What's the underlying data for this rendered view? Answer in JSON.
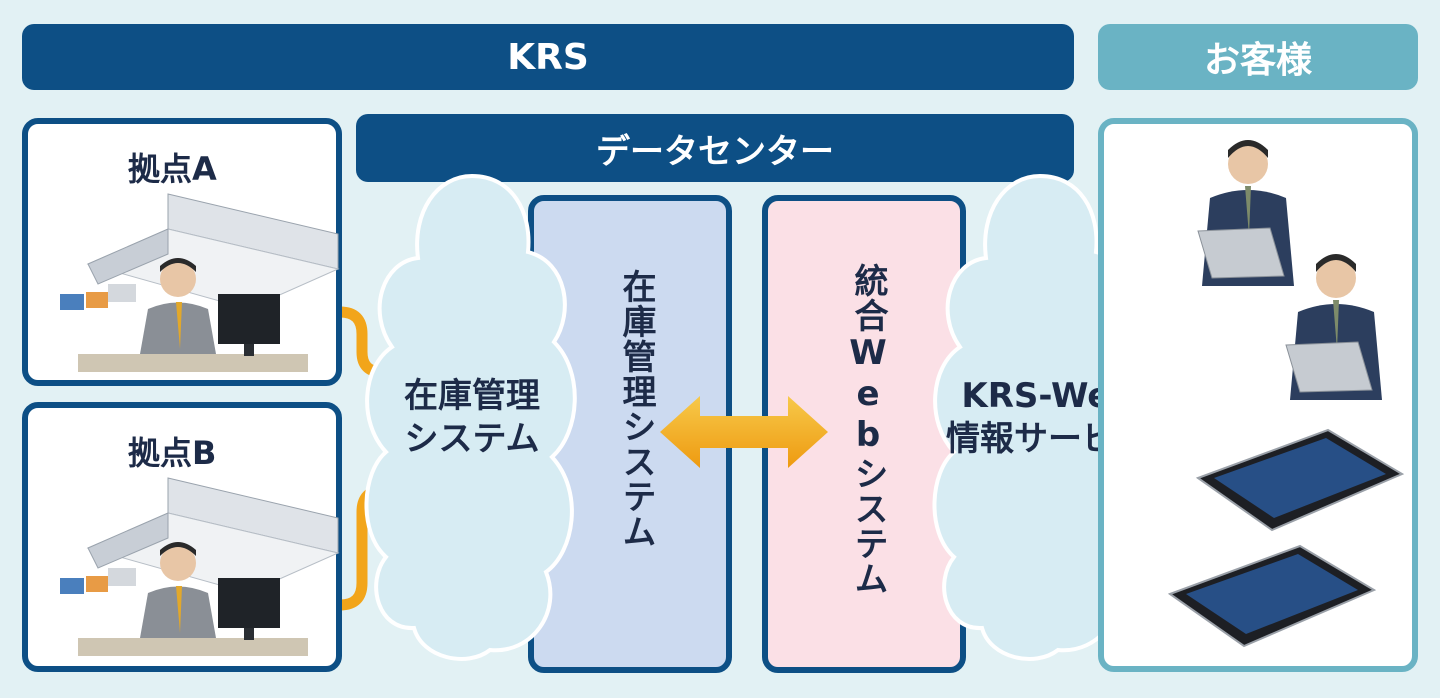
{
  "header": {
    "krs_label": "KRS",
    "customer_label": "お客様",
    "datacenter_label": "データセンター"
  },
  "sites": [
    {
      "label": "拠点A"
    },
    {
      "label": "拠点B"
    }
  ],
  "clouds": {
    "inventory_line1": "在庫管理",
    "inventory_line2": "システム",
    "web_line1": "KRS-Web",
    "web_line2": "情報サービス"
  },
  "systems": {
    "inventory": "在庫管理システム",
    "web": "統合Webシステム"
  },
  "colors": {
    "navy": "#0d4f85",
    "teal": "#6ab3c4",
    "cable": "#f2a51a",
    "inventory_fill": "#ccdaf0",
    "web_fill": "#fbe0e6",
    "cloud": "#d7ecf3"
  }
}
